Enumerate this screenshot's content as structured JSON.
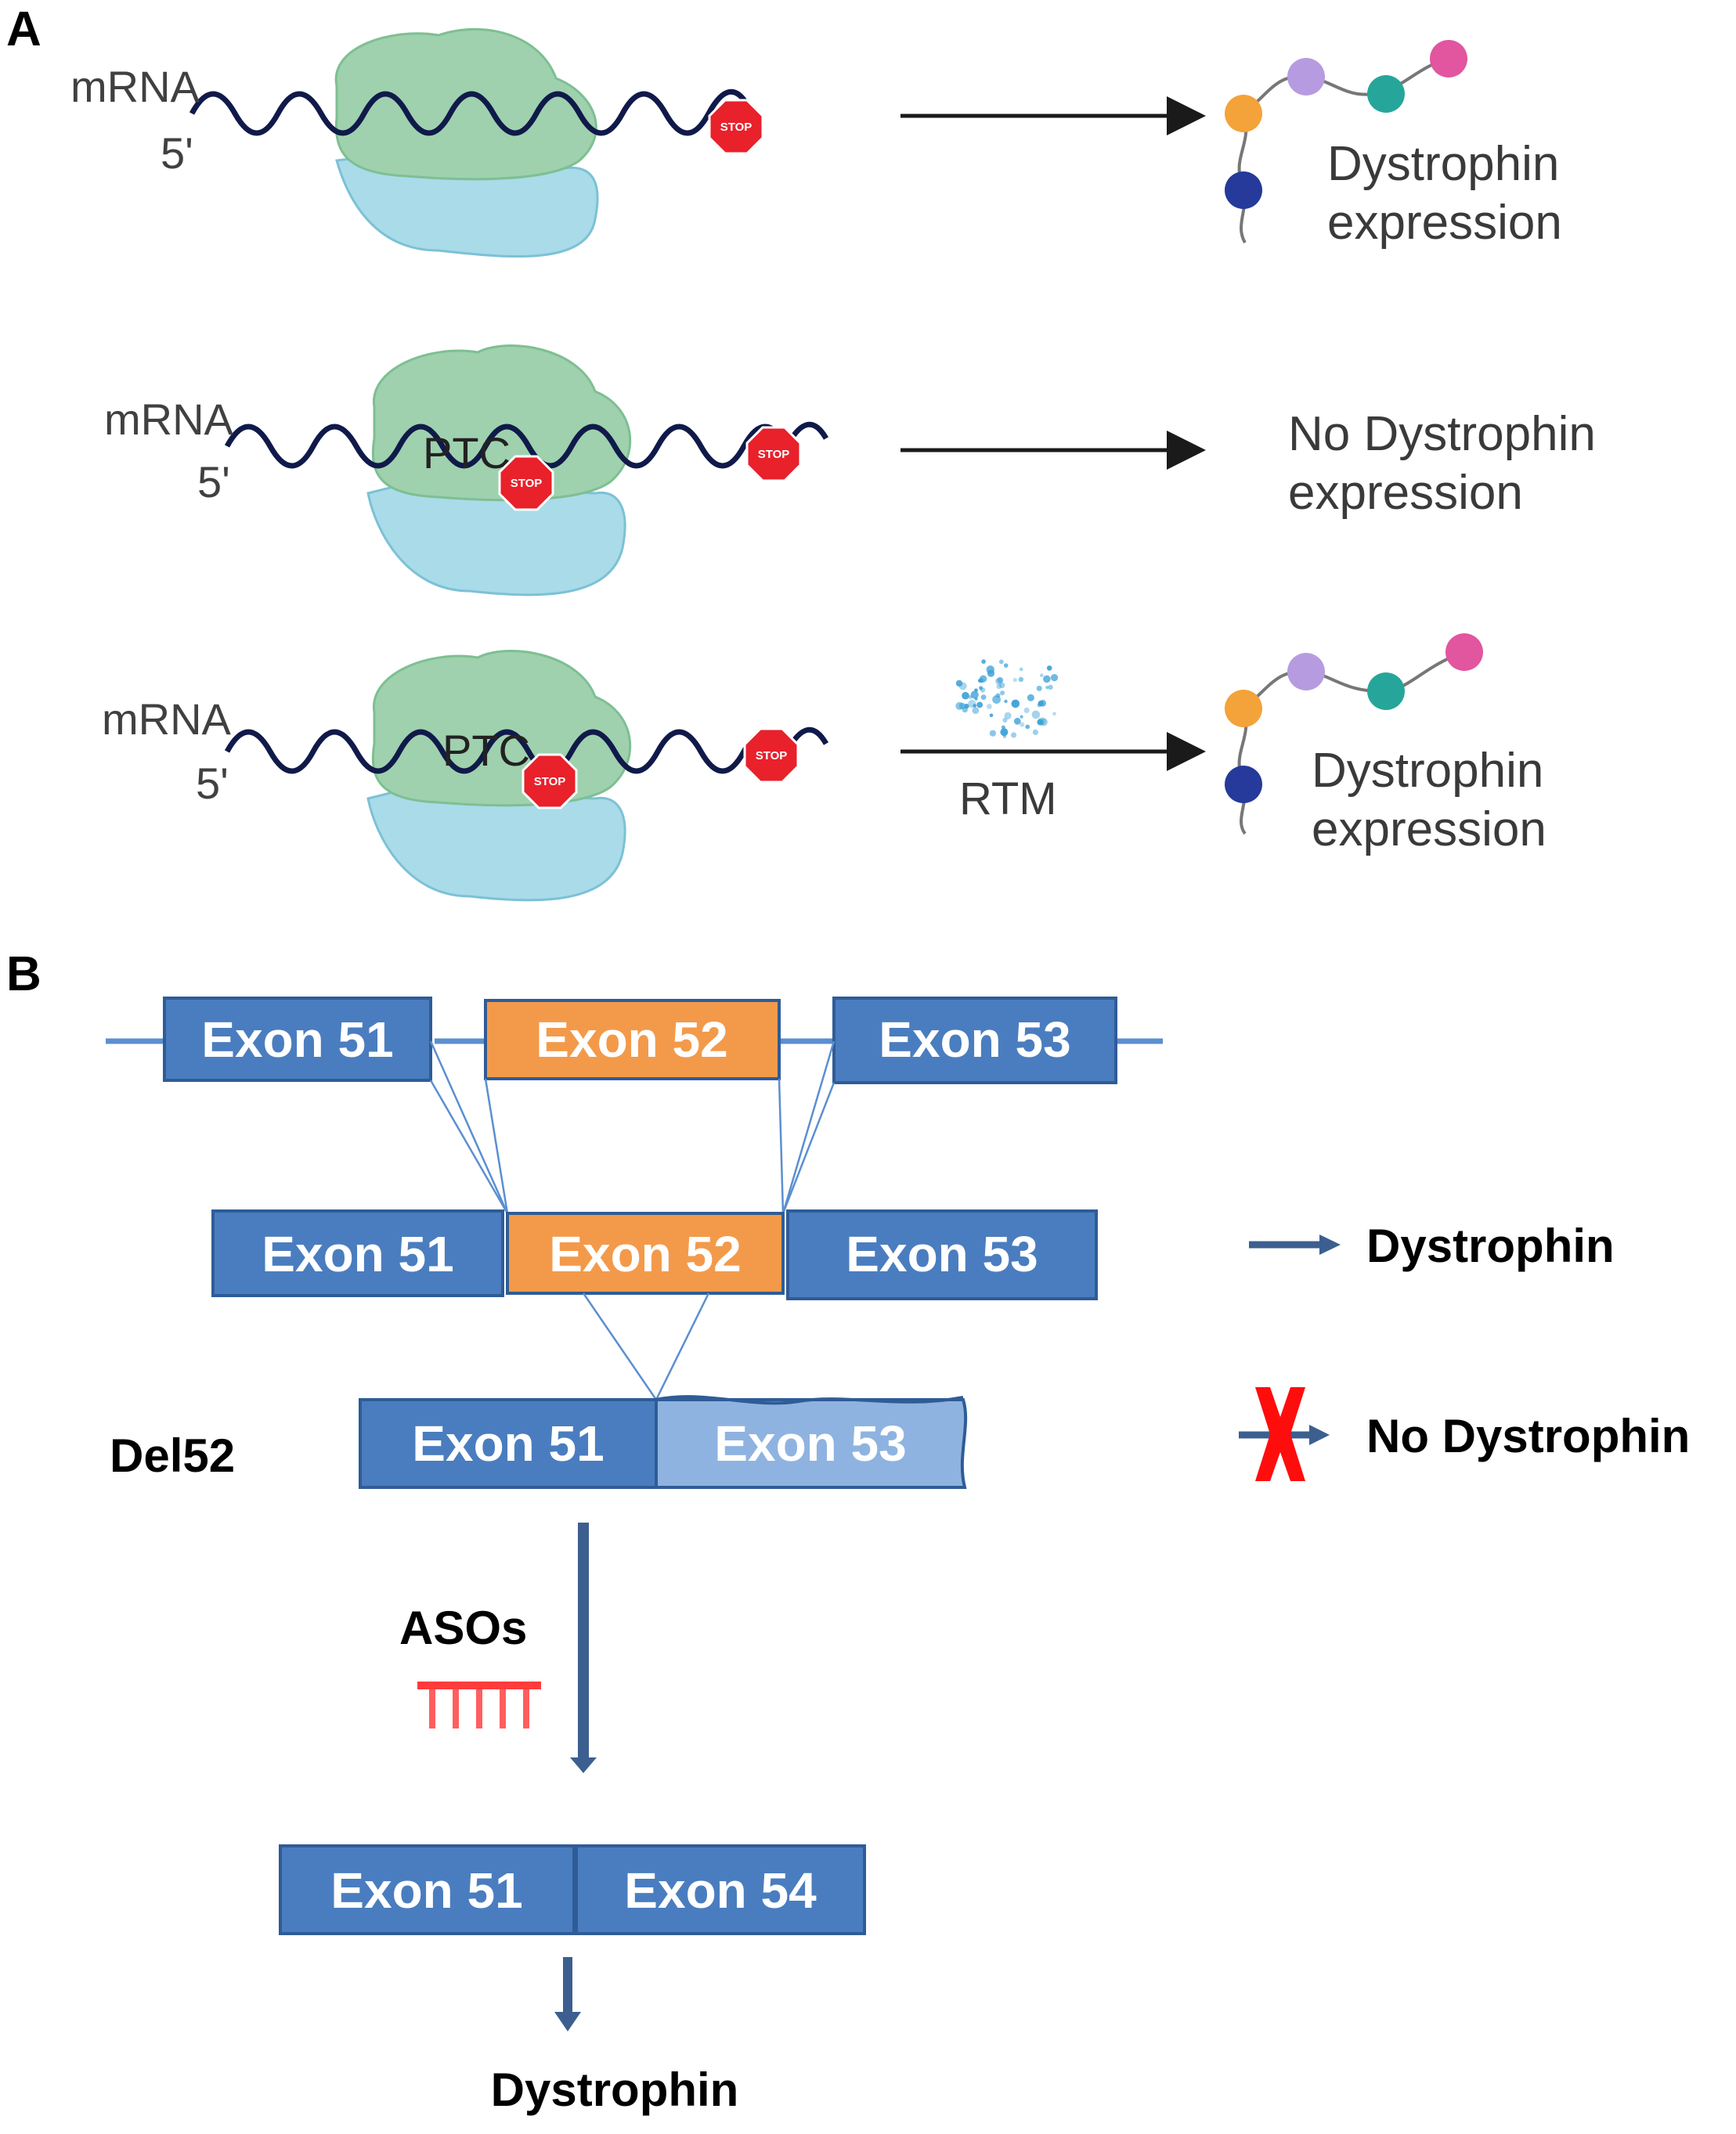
{
  "panel_a": {
    "label": "A",
    "rows": [
      {
        "mrna": "mRNA",
        "five_prime": "5'",
        "ptc": "",
        "outcome": [
          "Dystrophin",
          "expression"
        ],
        "arrow_label": ""
      },
      {
        "mrna": "mRNA",
        "five_prime": "5'",
        "ptc": "PTC",
        "outcome": [
          "No Dystrophin",
          "expression"
        ],
        "arrow_label": ""
      },
      {
        "mrna": "mRNA",
        "five_prime": "5'",
        "ptc": "PTC",
        "outcome": [
          "Dystrophin",
          "expression"
        ],
        "arrow_label": "RTM"
      }
    ],
    "stop_text": "STOP",
    "colors": {
      "ribosome_large": "#9fd1ae",
      "ribosome_small": "#a9dbe9",
      "mrna_strand": "#101a4a",
      "stop_sign": "#e8212b",
      "bead_orange": "#f4a23a",
      "bead_purple": "#b79be0",
      "bead_teal": "#26a69a",
      "bead_pink": "#e2559f",
      "bead_navy": "#253a9a",
      "rtm_dots": "#3aa0d6"
    }
  },
  "panel_b": {
    "label": "B",
    "row1": [
      "Exon 51",
      "Exon 52",
      "Exon 53"
    ],
    "row2": [
      "Exon 51",
      "Exon 52",
      "Exon 53"
    ],
    "del52": {
      "label": "Del52",
      "exons": [
        "Exon 51",
        "Exon 53"
      ]
    },
    "asos_label": "ASOs",
    "result": [
      "Exon 51",
      "Exon 54"
    ],
    "final_label": "Dystrophin",
    "legend": [
      {
        "label": "Dystrophin",
        "type": "arrow"
      },
      {
        "label": "No Dystrophin",
        "type": "blocked-arrow"
      }
    ],
    "colors": {
      "exon_blue": "#4a7dbf",
      "exon_orange": "#f39a4a",
      "exon_light": "#8fb3e0",
      "line_blue": "#5b8fd0",
      "arrow_dark": "#3c5f8f",
      "aso_red": "#ff1a1a",
      "cross_red": "#ff0d0d"
    }
  }
}
